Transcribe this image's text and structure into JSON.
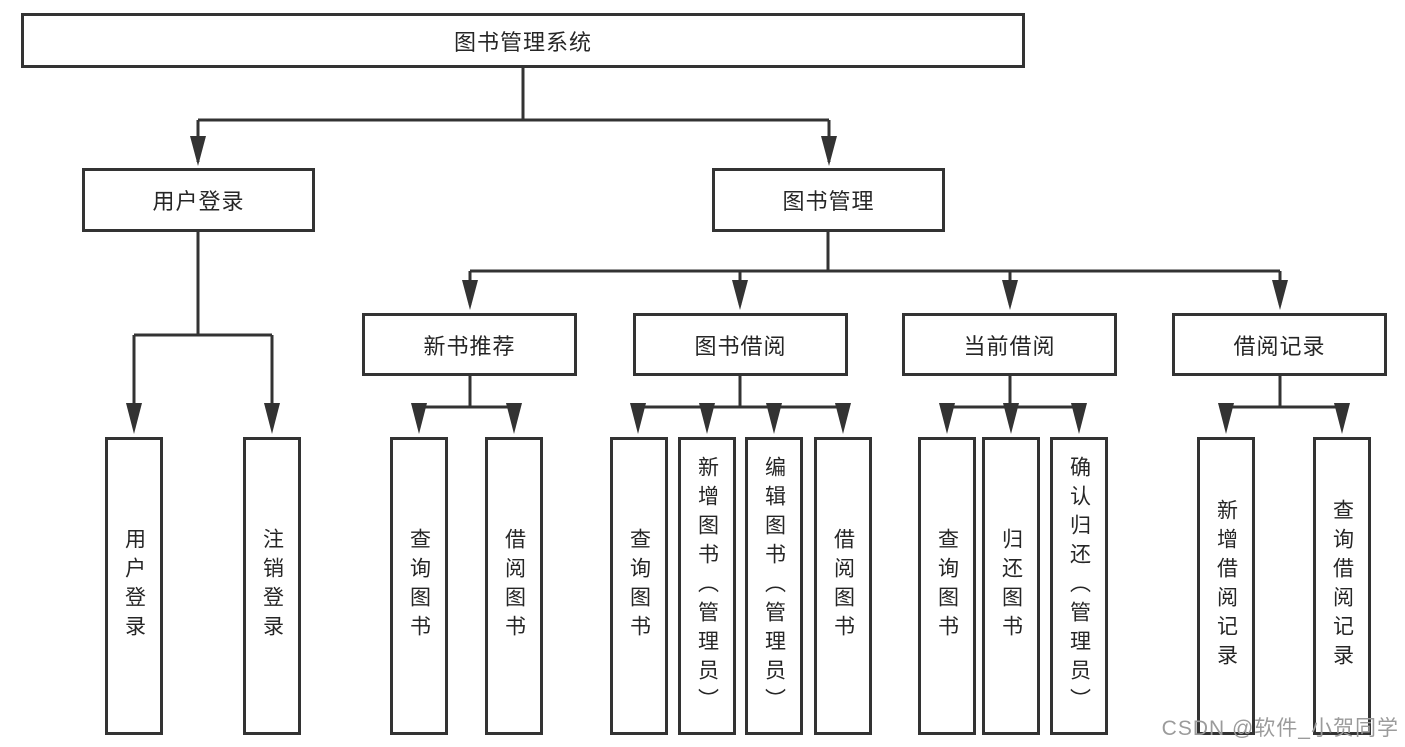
{
  "diagram_type": "functional-structure-tree",
  "colors": {
    "line": "#333333",
    "box_border": "#333333",
    "box_fill": "#ffffff",
    "text": "#262626",
    "watermark": "#9b9b9b",
    "background": "#ffffff"
  },
  "tree": {
    "label": "图书管理系统",
    "children": [
      {
        "label": "用户登录",
        "children": [
          {
            "label": "用户登录"
          },
          {
            "label": "注销登录"
          }
        ]
      },
      {
        "label": "图书管理",
        "children": [
          {
            "label": "新书推荐",
            "children": [
              {
                "label": "查询图书"
              },
              {
                "label": "借阅图书"
              }
            ]
          },
          {
            "label": "图书借阅",
            "children": [
              {
                "label": "查询图书"
              },
              {
                "label": "新增图书（管理员）"
              },
              {
                "label": "编辑图书（管理员）"
              },
              {
                "label": "借阅图书"
              }
            ]
          },
          {
            "label": "当前借阅",
            "children": [
              {
                "label": "查询图书"
              },
              {
                "label": "归还图书"
              },
              {
                "label": "确认归还（管理员）"
              }
            ]
          },
          {
            "label": "借阅记录",
            "children": [
              {
                "label": "新增借阅记录"
              },
              {
                "label": "查询借阅记录"
              }
            ]
          }
        ]
      }
    ]
  },
  "watermark": {
    "text": "CSDN @软件_小贺同学"
  }
}
